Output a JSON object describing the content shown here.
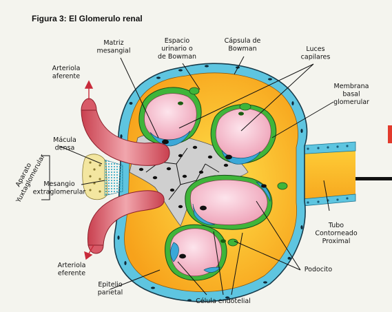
{
  "figure": {
    "title": "Figura 3: El Glomerulo renal",
    "labels": {
      "matriz_mesangial": [
        "Matriz",
        "mesangial"
      ],
      "espacio_urinario": [
        "Espacio",
        "urinario o",
        "de Bowman"
      ],
      "capsula_bowman": [
        "Cápsula de",
        "Bowman"
      ],
      "luces_capilares": [
        "Luces",
        "capilares"
      ],
      "membrana_basal": [
        "Membrana",
        "basal",
        "glomerular"
      ],
      "arteriola_aferente": [
        "Arteriola",
        "aferente"
      ],
      "macula_densa": [
        "Mácula",
        "densa"
      ],
      "aparato_yuxtaglomerular": [
        "Aparato",
        "Yuxtaglomerular"
      ],
      "mesangio_extraglomerular": [
        "Mesangio",
        "extraglomerular"
      ],
      "arteriola_eferente": [
        "Arteriola",
        "eferente"
      ],
      "epitelio_parietal": [
        "Epitelio",
        "parietal"
      ],
      "celula_endotelial": [
        "Célula endotelial"
      ],
      "podocito": [
        "Podocito"
      ],
      "tubo_contorneado": [
        "Tubo",
        "Contorneado",
        "Proximal"
      ]
    }
  },
  "colors": {
    "urinary_space": "#f7a21b",
    "capsule": "#5ec5e0",
    "podocyte": "#3fb53a",
    "capillary_lumen": "#f5b8c8",
    "endothelium": "#3aa8d8",
    "mesangium": "#cfcfcf",
    "arteriole": "#e0707e",
    "macula": "#f3e6a0"
  }
}
